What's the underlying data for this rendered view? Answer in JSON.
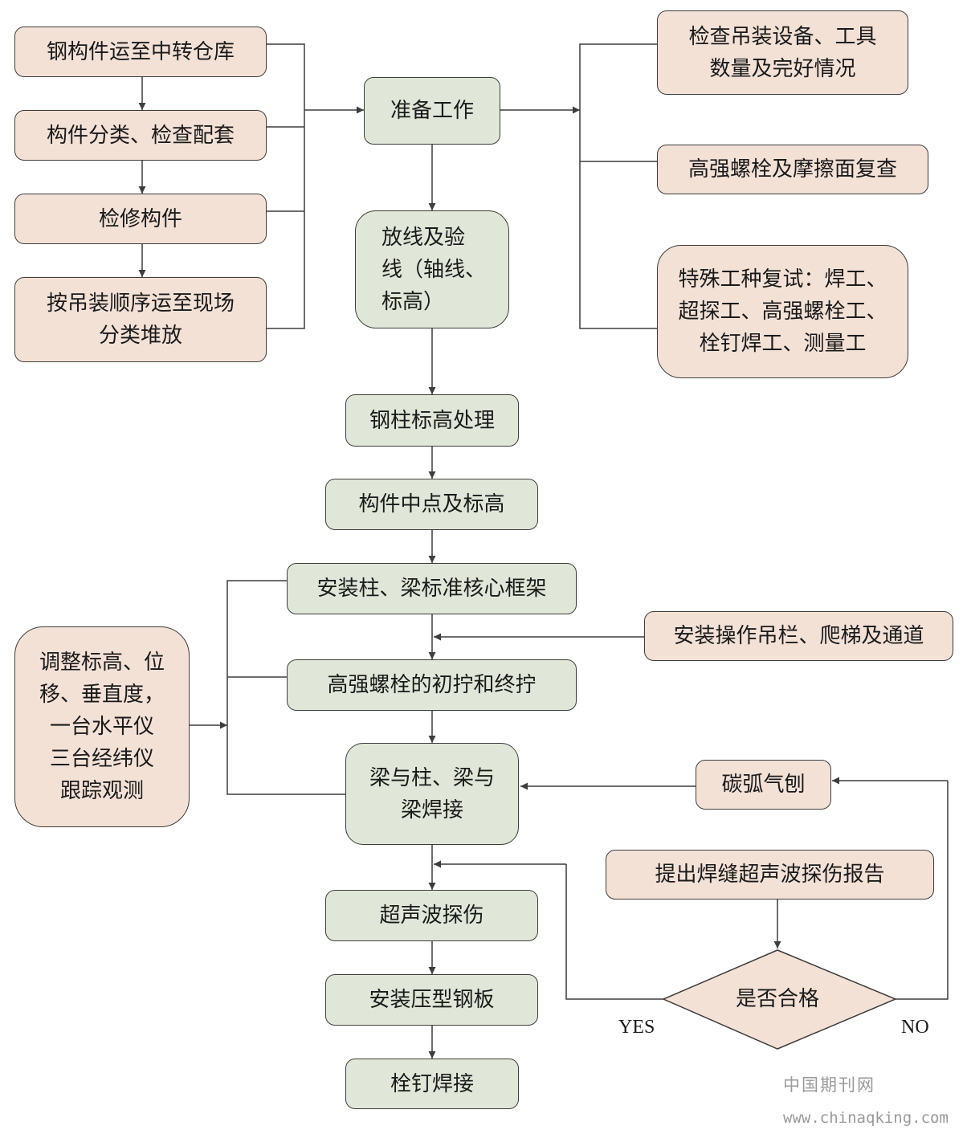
{
  "colors": {
    "prep": "#f4e1d6",
    "process": "#e0e7d8",
    "line": "#3d3d3d"
  },
  "left": {
    "transport": "钢构件运至中转仓库",
    "classify": "构件分类、检查配套",
    "repair": "检修构件",
    "stack": "按吊装顺序运至现场\n分类堆放"
  },
  "right": {
    "equipment": "检查吊装设备、工具\n数量及完好情况",
    "bolt_check": "高强螺栓及摩擦面复查",
    "trades": "特殊工种复试：焊工、\n超探工、高强螺栓工、\n栓钉焊工、测量工"
  },
  "main": {
    "prepare": "准备工作",
    "layout": "放线及验\n线（轴线、\n标高）",
    "column_level": "钢柱标高处理",
    "midpoint": "构件中点及标高",
    "frame": "安装柱、梁标准核心框架",
    "bolting": "高强螺栓的初拧和终拧",
    "welding": "梁与柱、梁与\n梁焊接",
    "ultrasonic": "超声波探伤",
    "deck": "安装压型钢板",
    "stud": "栓钉焊接"
  },
  "side": {
    "adjust": "调整标高、位\n移、垂直度，\n一台水平仪\n三台经纬仪\n跟踪观测",
    "platform": "安装操作吊栏、爬梯及通道",
    "gouging": "碳弧气刨",
    "report": "提出焊缝超声波探伤报告"
  },
  "decision": {
    "question": "是否合格",
    "yes": "YES",
    "no": "NO"
  },
  "watermark": {
    "name": "中国期刊网",
    "url": "www.chinaqking.com"
  }
}
